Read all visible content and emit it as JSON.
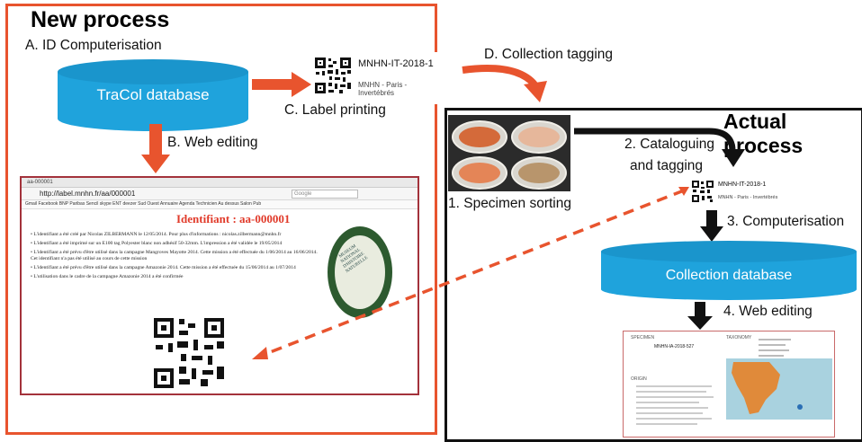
{
  "new_process": {
    "title": "New process",
    "step_a": "A. ID Computerisation",
    "database": "TraCol database",
    "label_id": "MNHN-IT-2018-1",
    "label_sub": "MNHN - Paris - Invertébrés",
    "step_c": "C. Label printing",
    "step_b": "B. Web editing"
  },
  "collection_tagging": "D. Collection tagging",
  "web_page": {
    "tab": "aa-000001",
    "url": "http://label.mnhn.fr/aa/000001",
    "search_placeholder": "Google",
    "bookmarks": "Gmail  Facebook  BNP Paribas  Sencil skype  ENT  deezer  Sud Ouest  Annuaire  Agenda  Technicien  Au dessus  Salon Pub",
    "heading": "Identifiant : aa-000001",
    "bullets": [
      "L'identifiant a été créé par Nicolas ZILBERMANN le 12/05/2014. Pour plus d'informations : nicolas.zilbermann@mnhn.fr",
      "L'identifiant a été imprimé sur un E100 tag Polyester blanc non adhésif 50-32mm. L'impression a été validée le 19/05/2014",
      "L'identifiant a été prévu d'être utilisé dans la campagne Mangroves Mayotte 2014. Cette mission a été effectuée du 1/06/2014 au 16/06/2014. Cet identifiant n'a pas été utilisé au cours de cette mission",
      "L'identifiant a été prévu d'être utilisé dans la campagne Amazonie 2014. Cette mission a été effectuée du 15/06/2014 au 1/07/2014",
      "L'utilisation dans le cadre de la campagne Amazonie 2014 a été confirmée"
    ],
    "seal_text": "MUSEUM NATIONAL D'HISTOIRE NATURELLE"
  },
  "actual_process": {
    "title": "Actual process",
    "step_1": "1. Specimen sorting",
    "step_2_line1": "2. Cataloguing",
    "step_2_line2": "and tagging",
    "label_id": "MNHN-IT-2018-1",
    "label_sub": "MNHN - Paris - Invertébrés",
    "step_3": "3. Computerisation",
    "database": "Collection database",
    "step_4": "4. Web editing"
  },
  "record_page": {
    "specimen_header": "SPECIMEN",
    "taxonomy_header": "TAXONOMY",
    "catalog_id": "MNHN-IA-2018-527",
    "origin_header": "ORIGIN"
  },
  "colors": {
    "new_frame": "#e8542e",
    "arrow": "#e8542e",
    "db_fill": "#1fa3dc",
    "identifiant": "#e13a2a"
  }
}
